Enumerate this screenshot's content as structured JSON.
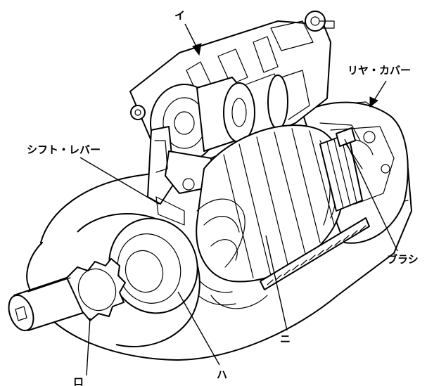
{
  "labels": {
    "i": "イ",
    "rear_cover": "リヤ・カバー",
    "shift_lever": "シフト・レバー",
    "brush": "ブラシ",
    "ni": "ニ",
    "ha": "ハ",
    "ro": "ロ"
  }
}
